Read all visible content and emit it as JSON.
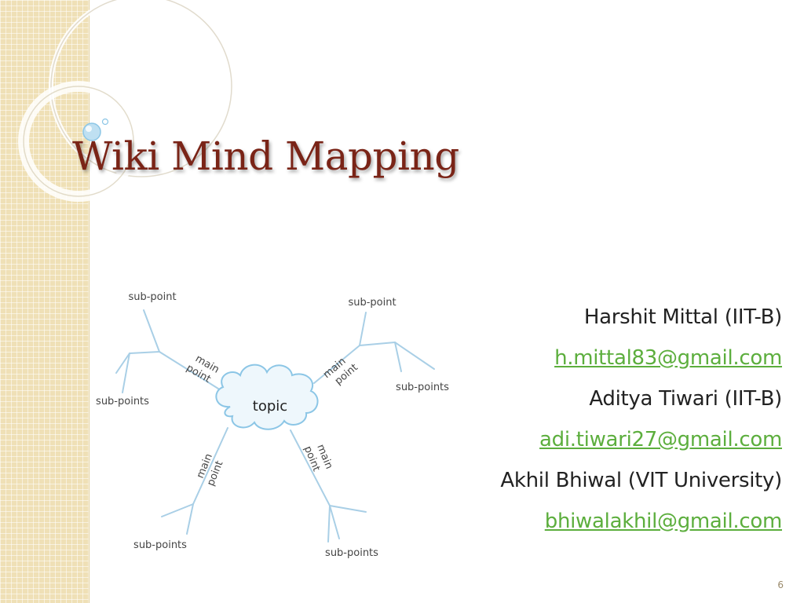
{
  "slide": {
    "title": "Wiki Mind Mapping",
    "page_number": "6"
  },
  "mindmap": {
    "center": "topic",
    "labels": {
      "sub_point_top_left": "sub-point",
      "sub_point_top_right": "sub-point",
      "sub_points_left": "sub-points",
      "sub_points_right": "sub-points",
      "sub_points_bottom_left": "sub-points",
      "sub_points_bottom_right": "sub-points",
      "main_word": "main",
      "point_word": "point"
    }
  },
  "contacts": [
    {
      "name": "Harshit Mittal (IIT-B)",
      "email": "h.mittal83@gmail.com"
    },
    {
      "name": "Aditya Tiwari (IIT-B)",
      "email": "adi.tiwari27@gmail.com"
    },
    {
      "name": "Akhil Bhiwal (VIT University)",
      "email": "bhiwalakhil@gmail.com"
    }
  ],
  "colors": {
    "title": "#7a2417",
    "email": "#5cae3d",
    "branch": "#a9cfe6",
    "strip": "#efe0b6"
  }
}
